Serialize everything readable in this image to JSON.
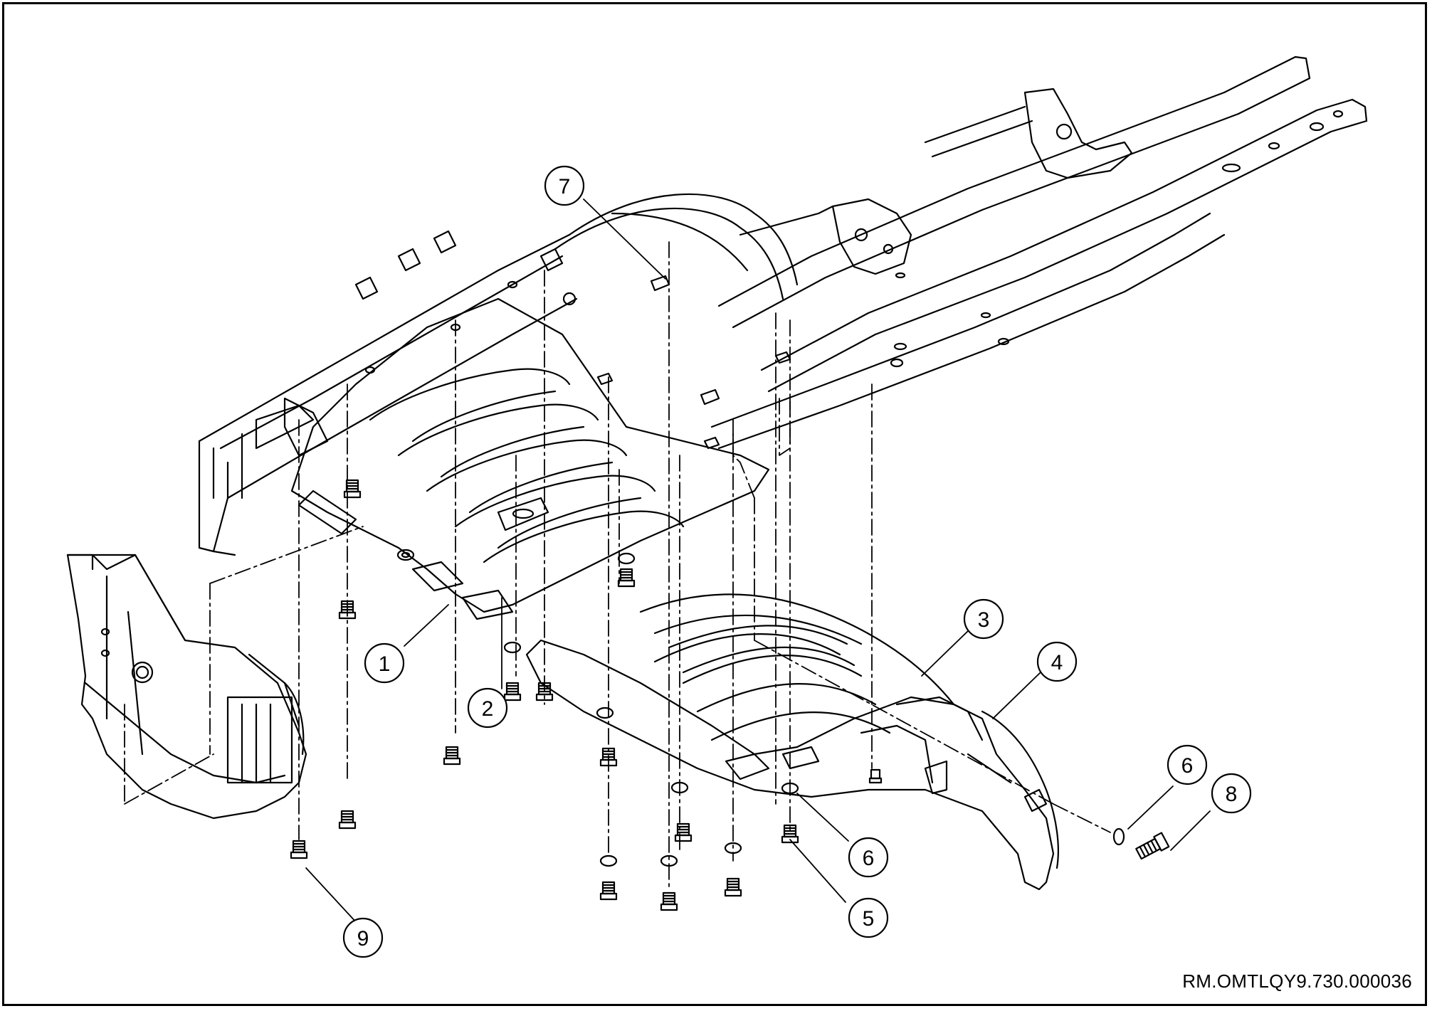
{
  "figure": {
    "reference_code": "RM.OMTLQY9.730.000036",
    "line_color": "#000000",
    "background_color": "#ffffff"
  },
  "callouts": [
    {
      "id": "callout-1",
      "label": "1"
    },
    {
      "id": "callout-2",
      "label": "2"
    },
    {
      "id": "callout-3",
      "label": "3"
    },
    {
      "id": "callout-4",
      "label": "4"
    },
    {
      "id": "callout-5",
      "label": "5"
    },
    {
      "id": "callout-6a",
      "label": "6"
    },
    {
      "id": "callout-6b",
      "label": "6"
    },
    {
      "id": "callout-7",
      "label": "7"
    },
    {
      "id": "callout-8",
      "label": "8"
    },
    {
      "id": "callout-9",
      "label": "9"
    }
  ]
}
